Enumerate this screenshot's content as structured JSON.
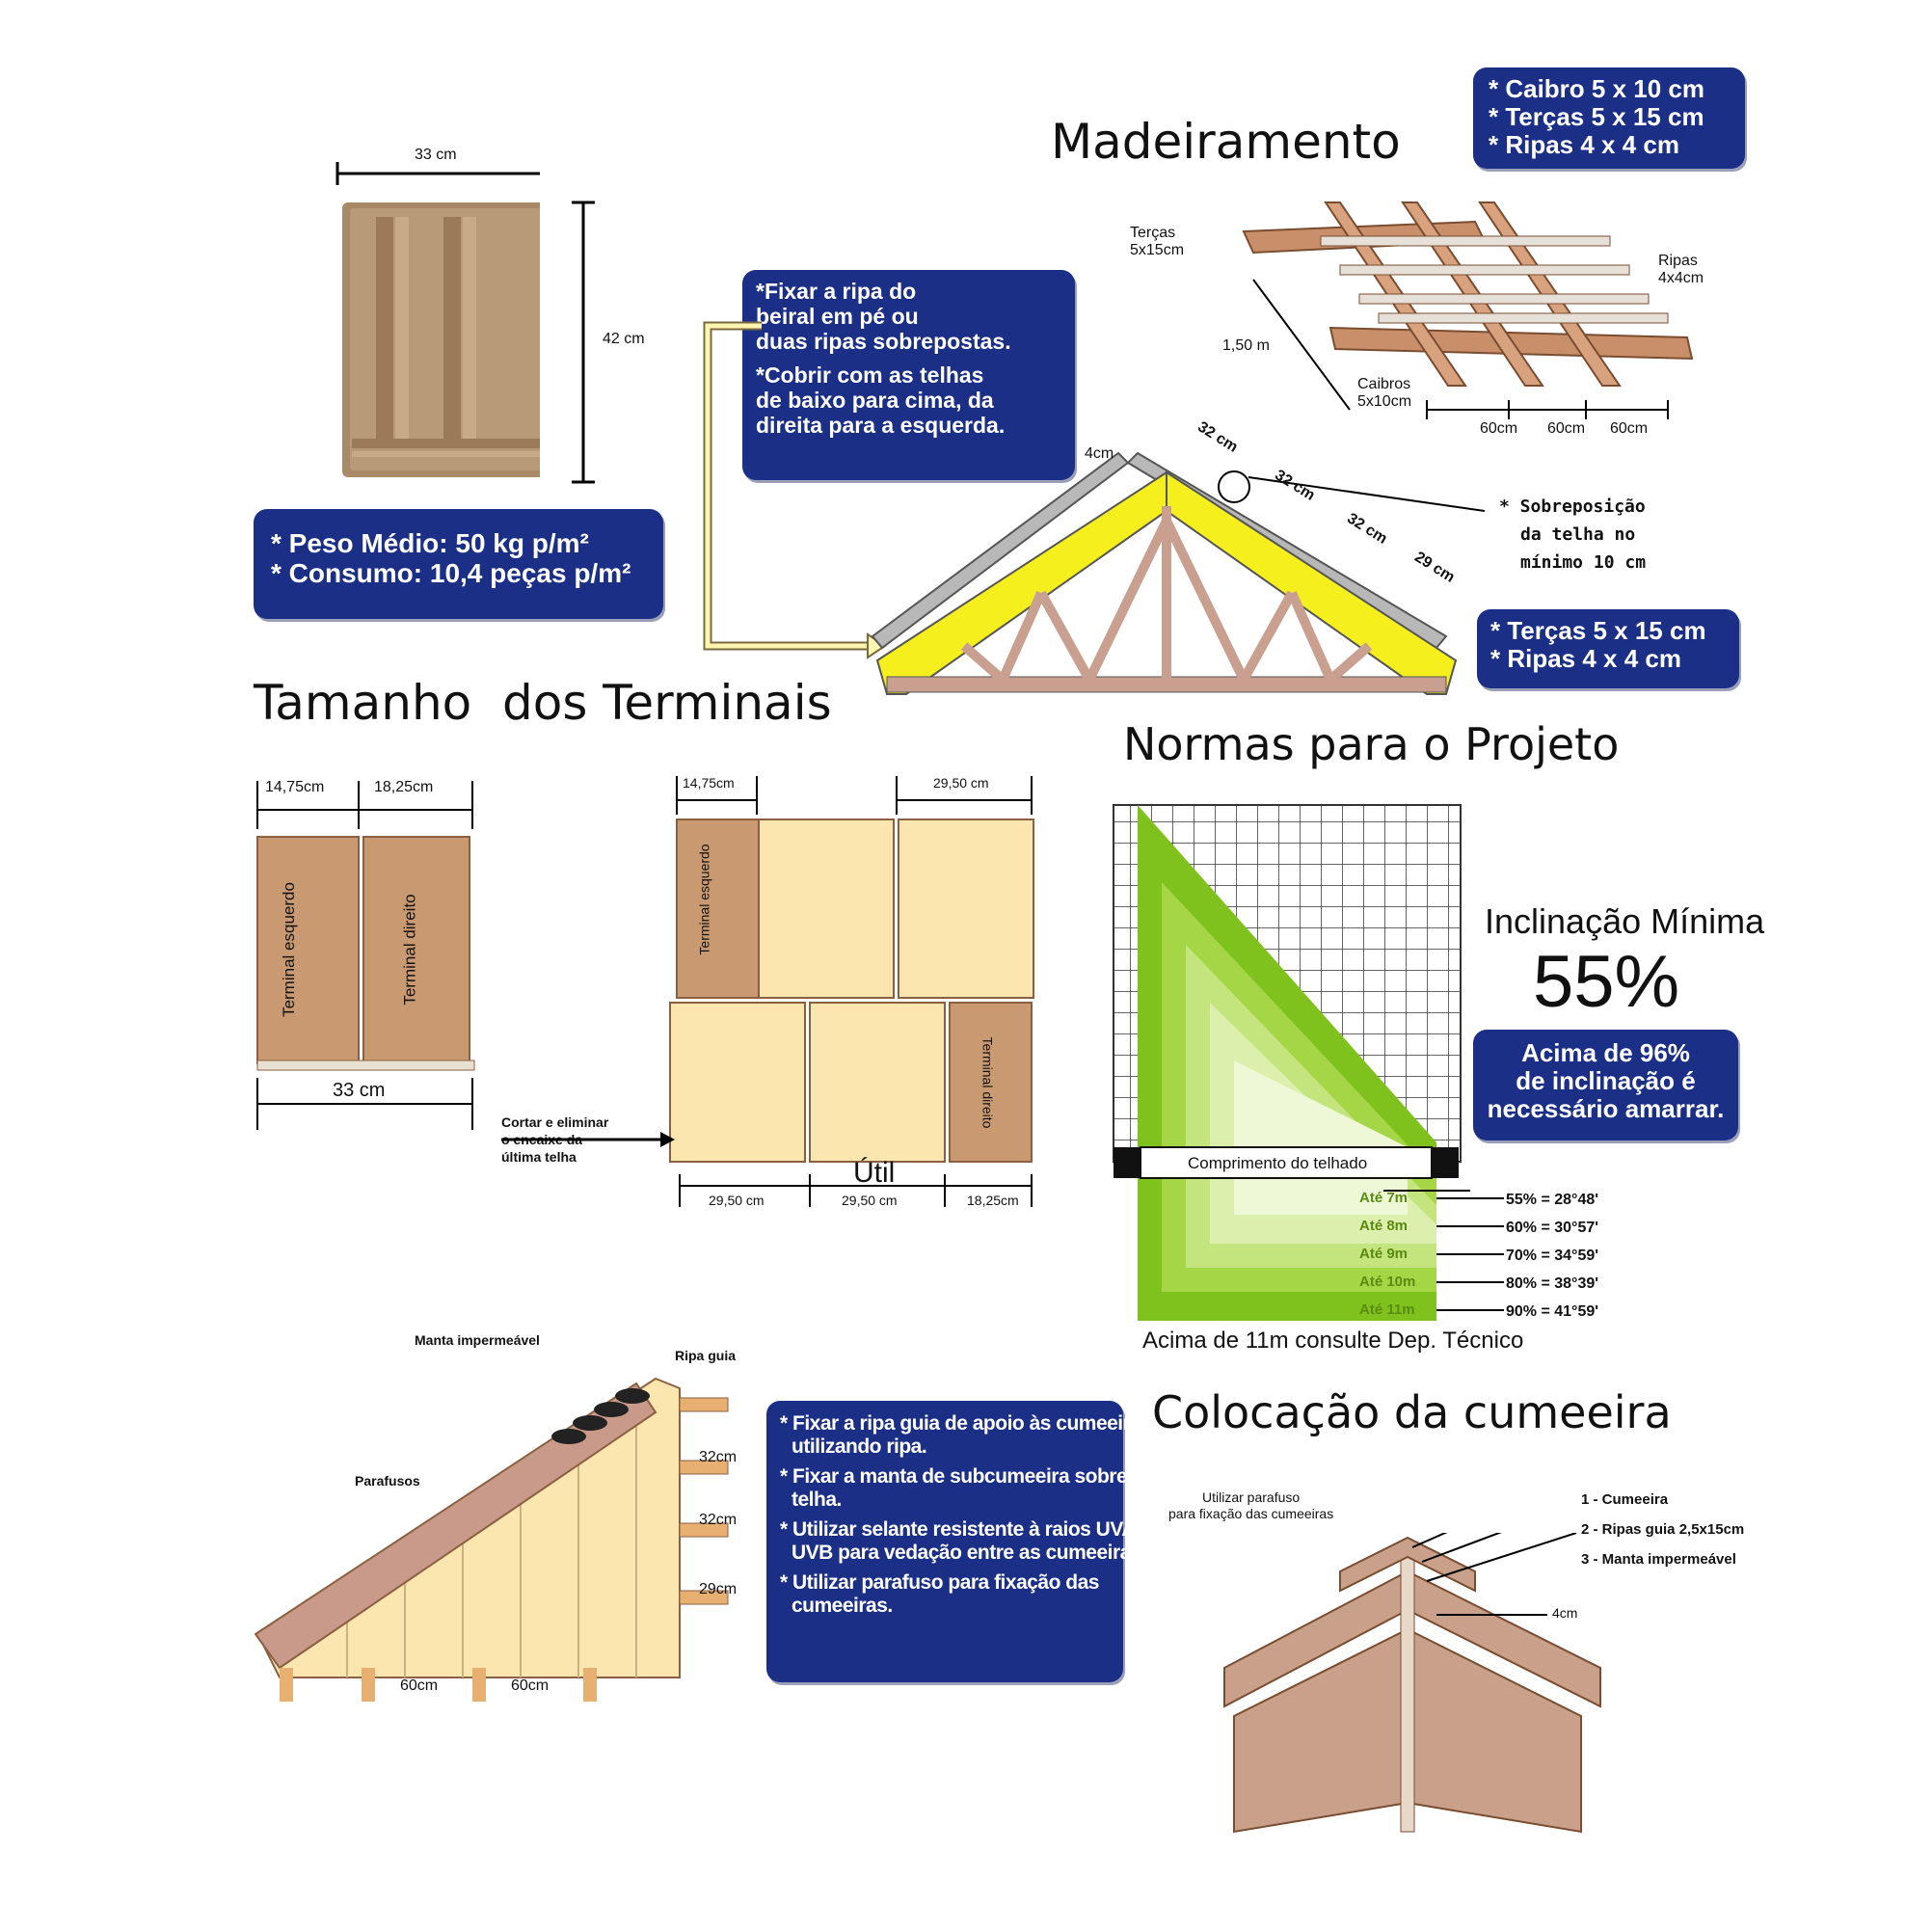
{
  "colors": {
    "box_blue": "#1b2f86",
    "wood": "#c98f6a",
    "tile": "#b89a78",
    "yellow": "#f6ef1e",
    "cream": "#fbe6b0",
    "green_dark": "#7fc21e",
    "green_light": "#e8f5c8"
  },
  "tile": {
    "width_label": "33 cm",
    "height_label": "42 cm"
  },
  "specs_box": {
    "lines": [
      "* Peso Médio: 50 kg p/m²",
      "* Consumo: 10,4 peças p/m²"
    ]
  },
  "madeiramento": {
    "title": "Madeiramento",
    "spec_box": {
      "lines": [
        "* Caibro 5 x 10 cm",
        "* Terças 5 x 15 cm",
        "* Ripas 4 x 4 cm"
      ]
    },
    "labels": {
      "tercas": [
        "Terças",
        "5x15cm"
      ],
      "ripas": [
        "Ripas",
        "4x4cm"
      ],
      "caibros": [
        "Caibros",
        "5x10cm"
      ],
      "span": "1,50 m",
      "spacing": [
        "60cm",
        "60cm",
        "60cm"
      ]
    }
  },
  "instructions_box": {
    "lines": [
      "*Fixar a ripa do",
      "beiral em pé ou",
      "duas ripas sobrepostas.",
      "*Cobrir com as telhas",
      "de baixo para cima, da",
      "direita para a esquerda."
    ]
  },
  "truss": {
    "labels": {
      "top": "4cm",
      "d1": "32 cm",
      "d2": "32 cm",
      "d3": "32 cm",
      "d4": "29 cm"
    },
    "overlap_note": [
      "* Sobreposição",
      "da telha no",
      "mínimo 10 cm"
    ],
    "spec_box": {
      "lines": [
        "* Terças 5 x 15 cm",
        "* Ripas 4 x 4 cm"
      ]
    }
  },
  "terminais": {
    "title": "Tamanho  dos Terminais",
    "left": {
      "dim1": "14,75cm",
      "dim2": "18,25cm",
      "total": "33 cm",
      "label_esq": "Terminal esquerdo",
      "label_dir": "Terminal direito"
    },
    "right": {
      "dim_top_left": "14,75cm",
      "dim_top_right": "29,50 cm",
      "label_esq": "Terminal esquerdo",
      "label_dir": "Terminal direito",
      "cut_note": [
        "Cortar e eliminar",
        "o encaixe da",
        "última telha"
      ],
      "util": "Útil",
      "dims_bottom": [
        "29,50 cm",
        "29,50 cm",
        "18,25cm"
      ]
    }
  },
  "normas": {
    "title": "Normas para o Projeto",
    "incl_title": "Inclinação Mínima",
    "incl_value": "55%",
    "note_box": {
      "lines": [
        "Acima de 96%",
        "de inclinação é",
        "necessário amarrar."
      ]
    },
    "bar_label": "Comprimento do telhado",
    "levels": [
      {
        "limit": "Até  7m",
        "slope": "55% = 28°48'"
      },
      {
        "limit": "Até  8m",
        "slope": "60% = 30°57'"
      },
      {
        "limit": "Até  9m",
        "slope": "70% = 34°59'"
      },
      {
        "limit": "Até 10m",
        "slope": "80% = 38°39'"
      },
      {
        "limit": "Até 11m",
        "slope": "90% = 41°59'"
      }
    ],
    "footer": "Acima de 11m consulte Dep. Técnico"
  },
  "roof_section": {
    "labels": {
      "manta": "Manta impermeável",
      "ripa_guia": "Ripa guia",
      "parafusos": "Parafusos",
      "d1": "32cm",
      "d2": "32cm",
      "d3": "29cm",
      "b1": "60cm",
      "b2": "60cm"
    }
  },
  "cumeeira_box": {
    "lines": [
      "* Fixar a ripa guia de apoio às cumeeiras",
      "utilizando ripa.",
      "* Fixar a manta de subcumeeira sobre a",
      "telha.",
      "* Utilizar selante resistente à raios UVA e",
      "UVB para vedação entre as cumeeiras.",
      "* Utilizar parafuso para fixação das",
      "cumeeiras."
    ]
  },
  "cumeeira": {
    "title": "Colocação da cumeeira",
    "note": [
      "Utilizar parafuso",
      "para fixação das cumeeiras"
    ],
    "legend": [
      "1 - Cumeeira",
      "2 - Ripas guia 2,5x15cm",
      "3 - Manta impermeável"
    ],
    "dim": "4cm"
  }
}
